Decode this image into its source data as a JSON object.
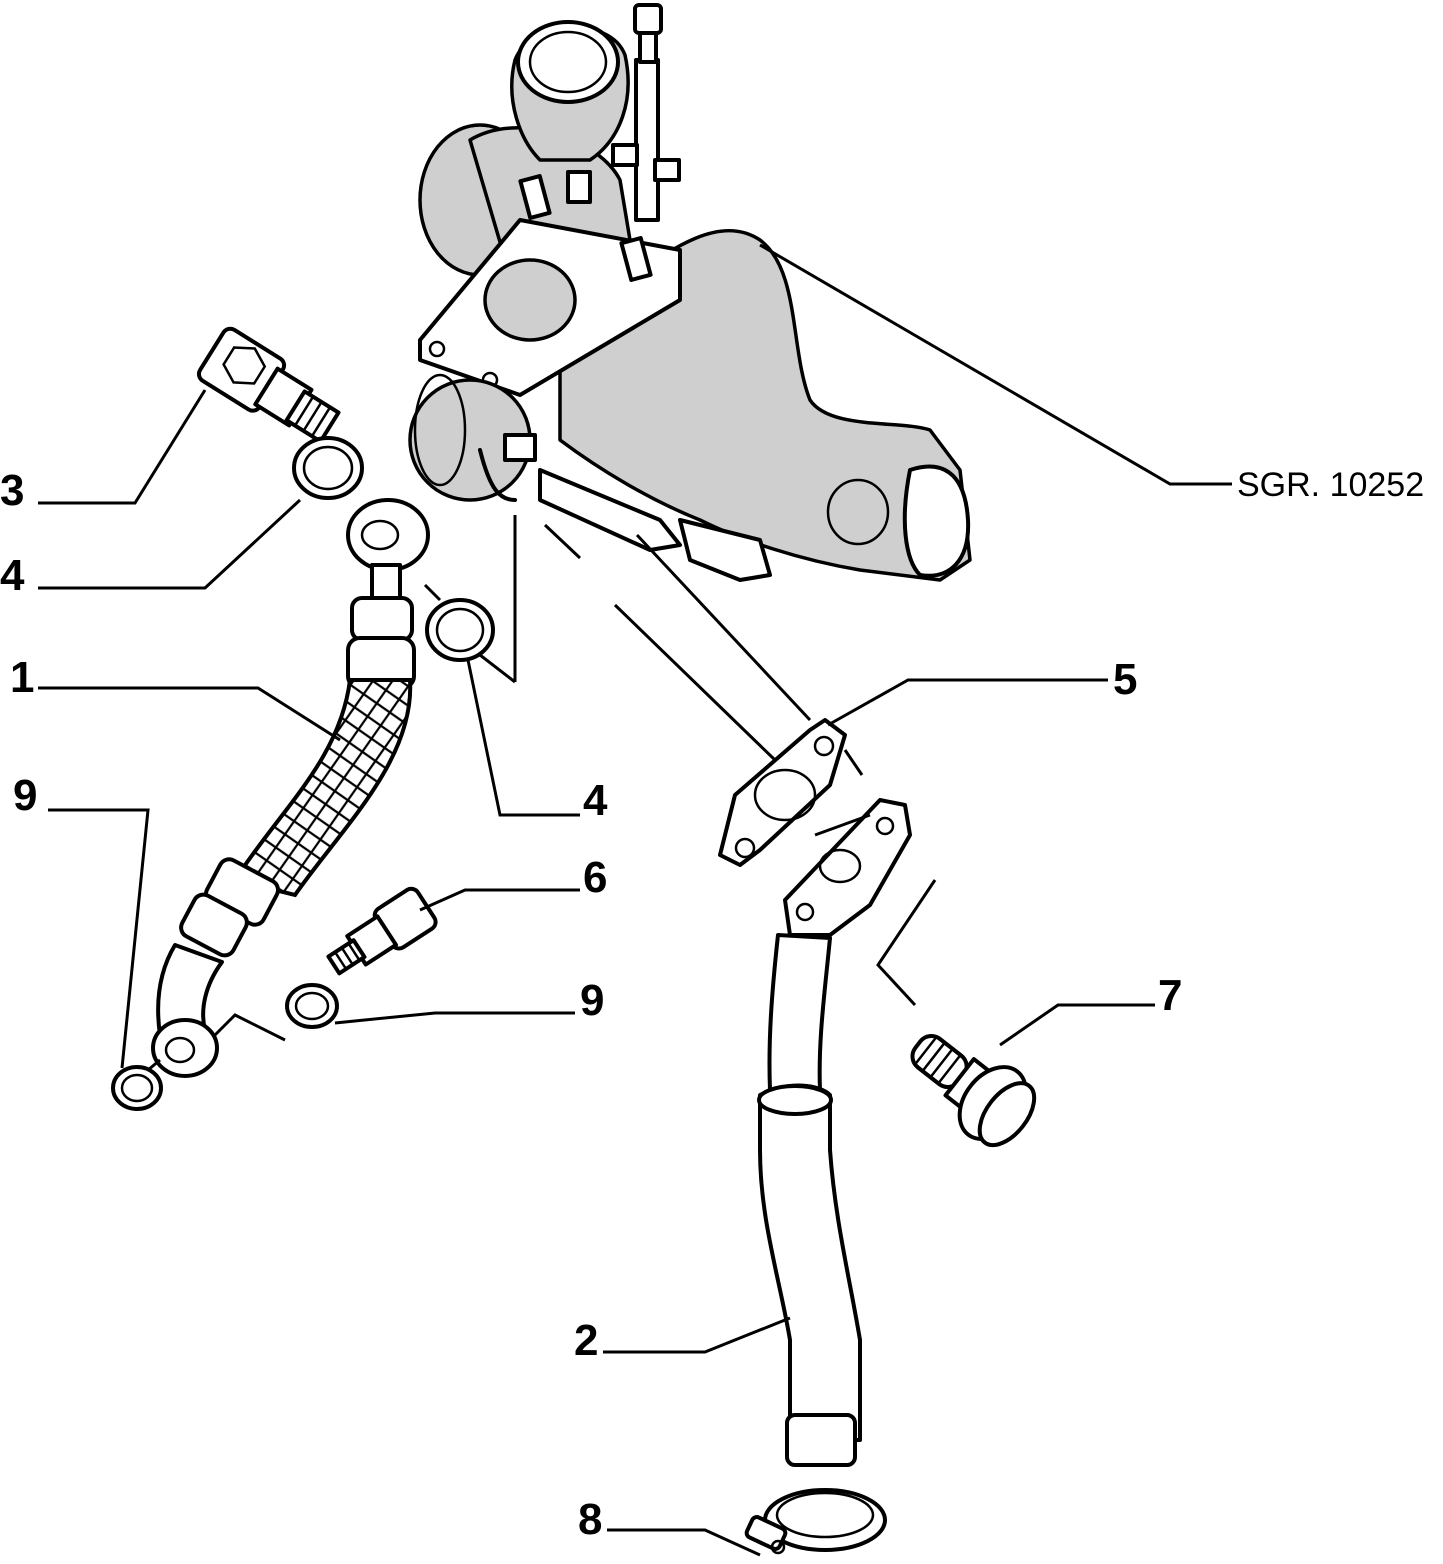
{
  "drawing": {
    "reference": "SGR. 10252",
    "callouts": [
      {
        "id": "c1",
        "label": "1"
      },
      {
        "id": "c2",
        "label": "2"
      },
      {
        "id": "c3",
        "label": "3"
      },
      {
        "id": "c4a",
        "label": "4"
      },
      {
        "id": "c4b",
        "label": "4"
      },
      {
        "id": "c5",
        "label": "5"
      },
      {
        "id": "c6",
        "label": "6"
      },
      {
        "id": "c7",
        "label": "7"
      },
      {
        "id": "c8",
        "label": "8"
      },
      {
        "id": "c9a",
        "label": "9"
      },
      {
        "id": "c9b",
        "label": "9"
      }
    ]
  }
}
